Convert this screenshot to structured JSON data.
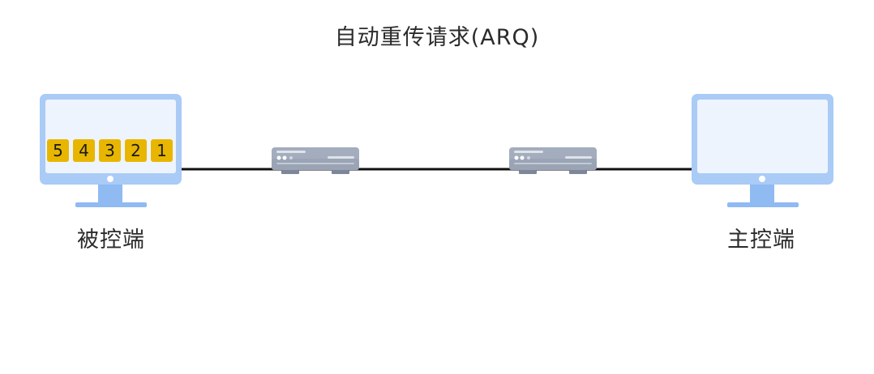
{
  "title": "自动重传请求(ARQ)",
  "nodes": {
    "left_label": "被控端",
    "right_label": "主控端"
  },
  "packets": [
    "5",
    "4",
    "3",
    "2",
    "1"
  ],
  "colors": {
    "monitor_frame": "#a9cbf6",
    "monitor_screen": "#eef4fd",
    "monitor_stand": "#8fbaf2",
    "router_body": "#a3adbd",
    "router_feet": "#7d8799",
    "link_line": "#111111",
    "packet_fill": "#e8b600"
  }
}
